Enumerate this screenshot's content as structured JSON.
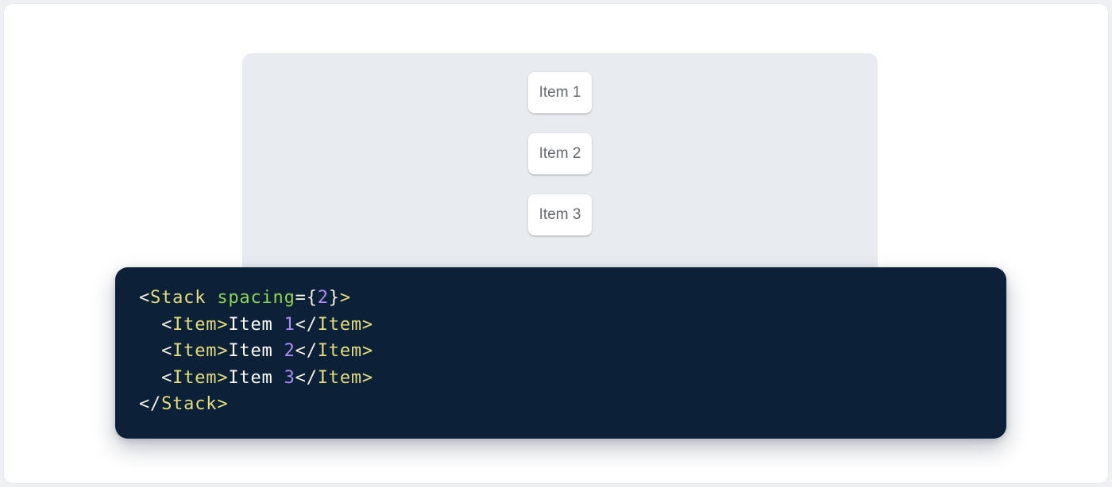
{
  "page": {
    "background": "#eef0f4",
    "card_background": "#ffffff",
    "card_border": "#e7eaef"
  },
  "demo": {
    "panel_background": "#e8ebf0",
    "item_background": "#ffffff",
    "item_text_color": "#64686d",
    "items": [
      "Item 1",
      "Item 2",
      "Item 3"
    ]
  },
  "code": {
    "background": "#0c2138",
    "colors": {
      "tag": "#e3de7d",
      "attr": "#8fd450",
      "number": "#a98cf5",
      "punctuation": "#f1efe2",
      "plain": "#ffffff"
    },
    "source": "<Stack spacing={2}>\n  <Item>Item 1</Item>\n  <Item>Item 2</Item>\n  <Item>Item 3</Item>\n</Stack>",
    "lines": [
      [
        {
          "t": "punctuation",
          "v": "<"
        },
        {
          "t": "tag",
          "v": "Stack"
        },
        {
          "t": "plain",
          "v": " "
        },
        {
          "t": "attr",
          "v": "spacing"
        },
        {
          "t": "punctuation",
          "v": "={"
        },
        {
          "t": "number",
          "v": "2"
        },
        {
          "t": "punctuation",
          "v": "}"
        },
        {
          "t": "tag",
          "v": ">"
        }
      ],
      [
        {
          "t": "plain",
          "v": "  "
        },
        {
          "t": "punctuation",
          "v": "<"
        },
        {
          "t": "tag",
          "v": "Item>"
        },
        {
          "t": "plain",
          "v": "Item "
        },
        {
          "t": "number",
          "v": "1"
        },
        {
          "t": "punctuation",
          "v": "</"
        },
        {
          "t": "tag",
          "v": "Item>"
        }
      ],
      [
        {
          "t": "plain",
          "v": "  "
        },
        {
          "t": "punctuation",
          "v": "<"
        },
        {
          "t": "tag",
          "v": "Item>"
        },
        {
          "t": "plain",
          "v": "Item "
        },
        {
          "t": "number",
          "v": "2"
        },
        {
          "t": "punctuation",
          "v": "</"
        },
        {
          "t": "tag",
          "v": "Item>"
        }
      ],
      [
        {
          "t": "plain",
          "v": "  "
        },
        {
          "t": "punctuation",
          "v": "<"
        },
        {
          "t": "tag",
          "v": "Item>"
        },
        {
          "t": "plain",
          "v": "Item "
        },
        {
          "t": "number",
          "v": "3"
        },
        {
          "t": "punctuation",
          "v": "</"
        },
        {
          "t": "tag",
          "v": "Item>"
        }
      ],
      [
        {
          "t": "punctuation",
          "v": "</"
        },
        {
          "t": "tag",
          "v": "Stack>"
        }
      ]
    ]
  }
}
